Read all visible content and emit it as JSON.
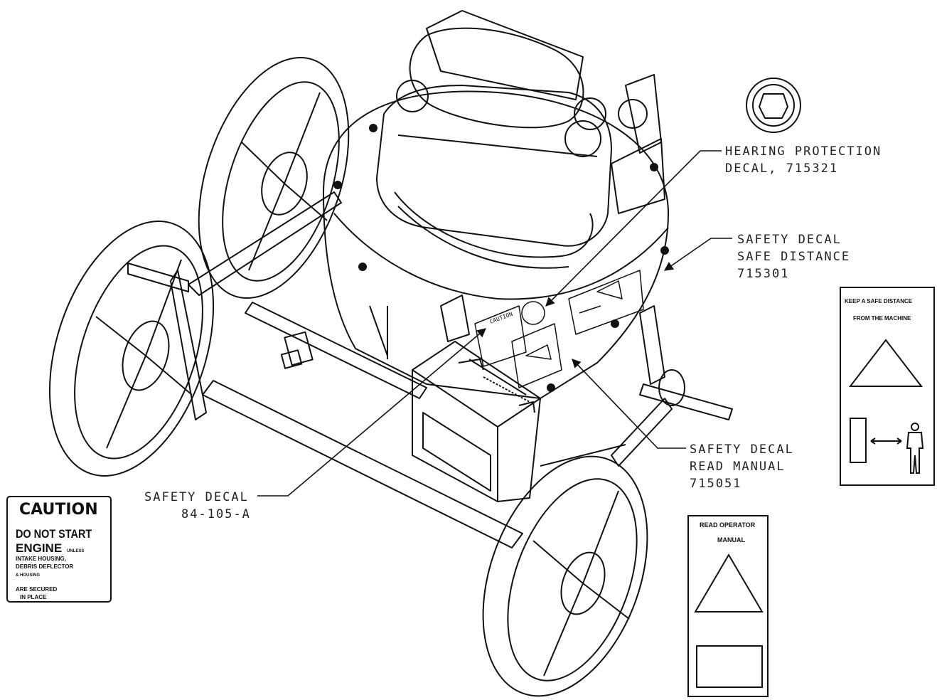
{
  "callouts": {
    "hearing": {
      "line1": "HEARING PROTECTION",
      "line2": "DECAL, 715321"
    },
    "safe_distance": {
      "line1": "SAFETY DECAL",
      "line2": "SAFE DISTANCE",
      "line3": "715301"
    },
    "read_manual": {
      "line1": "SAFETY DECAL",
      "line2": "READ MANUAL",
      "line3": "715051"
    },
    "caution_decal": {
      "line1": "SAFETY DECAL",
      "line2": "84-105-A"
    }
  },
  "decals": {
    "caution": {
      "title": "CAUTION",
      "line1": "DO NOT START",
      "line2": "ENGINE",
      "line2_small": "UNLESS",
      "line3": "INTAKE HOUSING,",
      "line4": "DEBRIS DEFLECTOR",
      "line5": "& HOUSING",
      "line6": "ARE SECURED",
      "line7": "IN PLACE"
    },
    "safe_distance": {
      "line1": "KEEP A SAFE DISTANCE",
      "line2": "FROM THE MACHINE"
    },
    "read_manual": {
      "line1": "READ OPERATOR",
      "line2": "MANUAL"
    }
  }
}
